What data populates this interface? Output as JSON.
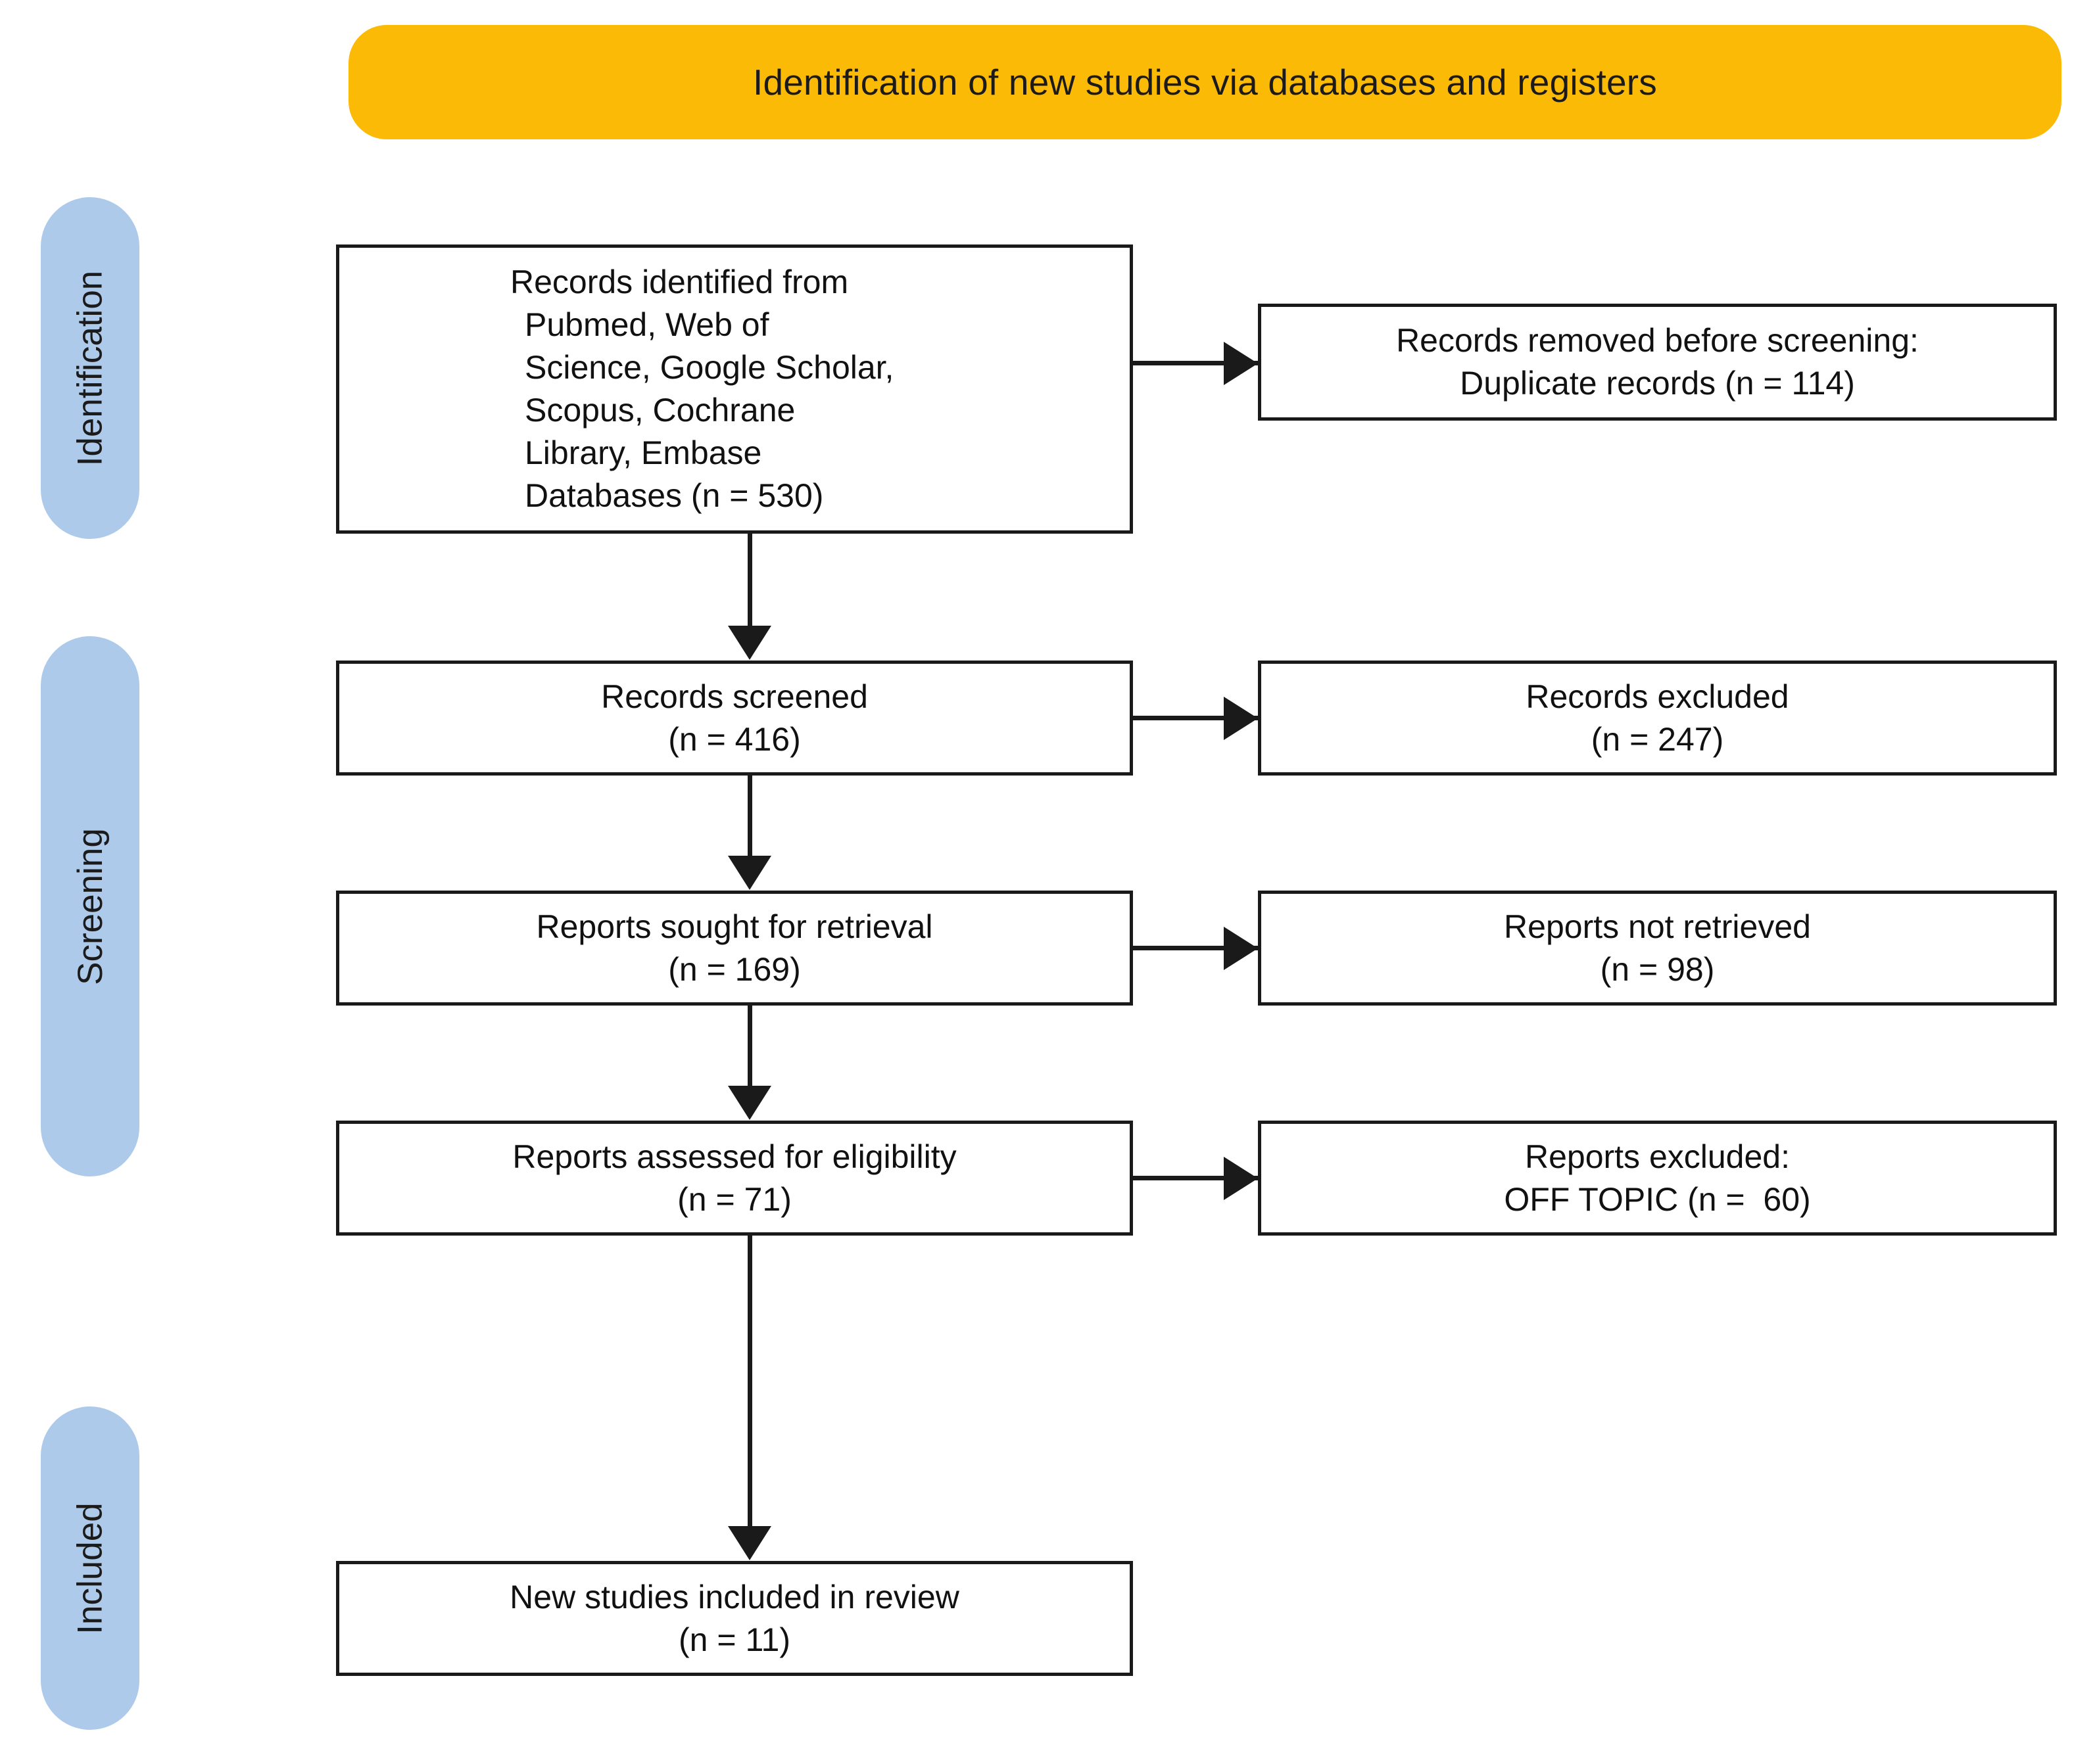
{
  "header": {
    "title": "Identification of new studies via databases and registers",
    "color": "#FBBA06"
  },
  "stages": {
    "color": "#ADCAEA",
    "identification": "Identification",
    "screening": "Screening",
    "included": "Included"
  },
  "boxes": {
    "identified": {
      "lines": [
        "Records identified from",
        "Pubmed, Web of",
        "Science, Google Scholar,",
        "Scopus, Cochrane",
        "Library, Embase",
        "Databases (n = 530)"
      ],
      "count": 530
    },
    "removed": {
      "line1": "Records removed before screening:",
      "line2": "Duplicate records (n = 114)",
      "count": 114
    },
    "screened": {
      "line1": "Records screened",
      "line2": "(n = 416)",
      "count": 416
    },
    "excluded_records": {
      "line1": "Records excluded",
      "line2": "(n = 247)",
      "count": 247
    },
    "sought": {
      "line1": "Reports sought for retrieval",
      "line2": "(n = 169)",
      "count": 169
    },
    "not_retrieved": {
      "line1": "Reports not retrieved",
      "line2": "(n = 98)",
      "count": 98
    },
    "assessed": {
      "line1": "Reports assessed for eligibility",
      "line2": "(n = 71)",
      "count": 71
    },
    "excluded_reports": {
      "line1": "Reports excluded:",
      "line2": "OFF TOPIC (n =  60)",
      "count": 60
    },
    "included": {
      "line1": "New studies included in review",
      "line2": "(n = 11)",
      "count": 11
    }
  }
}
